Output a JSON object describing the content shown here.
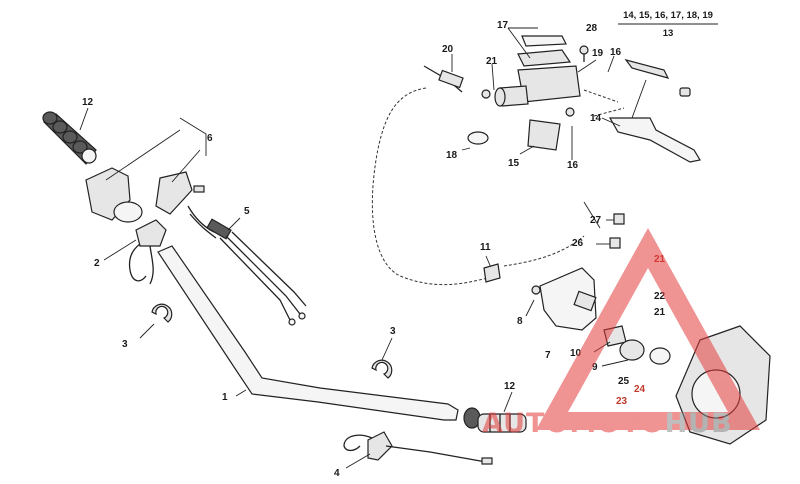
{
  "diagram": {
    "group_ref": {
      "items": "14, 15, 16, 17, 18, 19",
      "number": "13"
    },
    "labels": {
      "c1": "1",
      "c2": "2",
      "c3a": "3",
      "c3b": "3",
      "c4": "4",
      "c5": "5",
      "c6": "6",
      "c7": "7",
      "c8": "8",
      "c9": "9",
      "c10": "10",
      "c11": "11",
      "c12a": "12",
      "c12b": "12",
      "c14": "14",
      "c15": "15",
      "c16a": "16",
      "c16b": "16",
      "c17": "17",
      "c18": "18",
      "c19": "19",
      "c20": "20",
      "c21a": "21",
      "c21b": "21",
      "c21c": "21",
      "c22": "22",
      "c23": "23",
      "c24": "24",
      "c25": "25",
      "c26": "26",
      "c27": "27",
      "c28": "28"
    }
  },
  "watermark": {
    "brand_part1": "AUTOMOTO",
    "brand_part2": "HUB",
    "color_red": "#e23b3b",
    "color_gray": "#8a8a8a"
  }
}
